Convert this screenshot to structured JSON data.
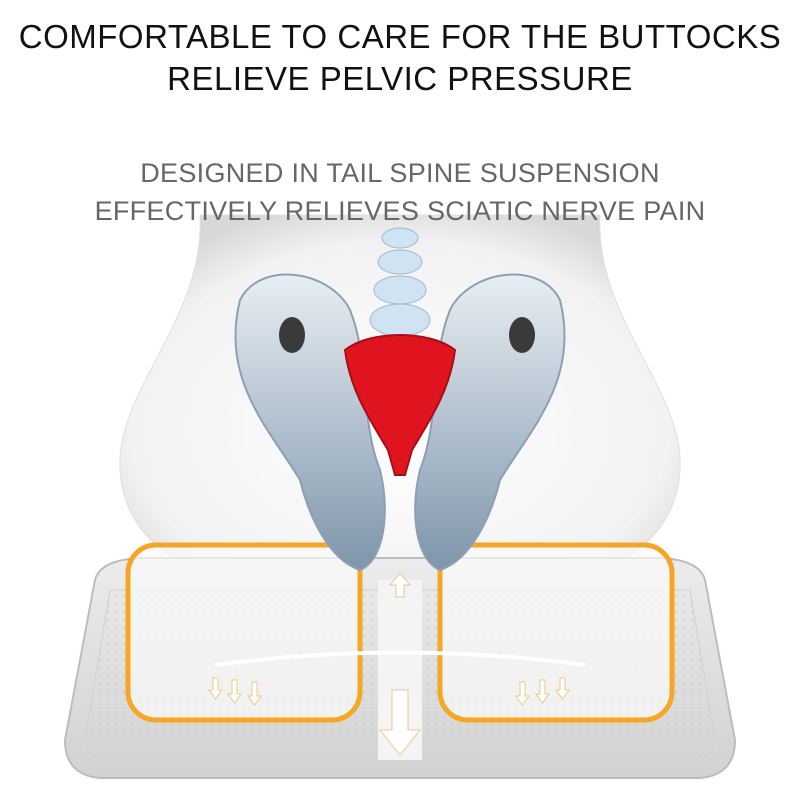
{
  "headline": {
    "line1": "COMFORTABLE TO CARE FOR THE BUTTOCKS",
    "line2": "RELIEVE PELVIC PRESSURE"
  },
  "subheadline": {
    "line1": "DESIGNED IN TAIL SPINE SUSPENSION",
    "line2": "EFFECTIVELY RELIEVES SCIATIC NERVE PAIN"
  },
  "colors": {
    "heading": "#111111",
    "subheading": "#666666",
    "sacrum": "#e0141e",
    "cushion": "#e6e6e6",
    "pressure_zone": "#f5a623"
  }
}
